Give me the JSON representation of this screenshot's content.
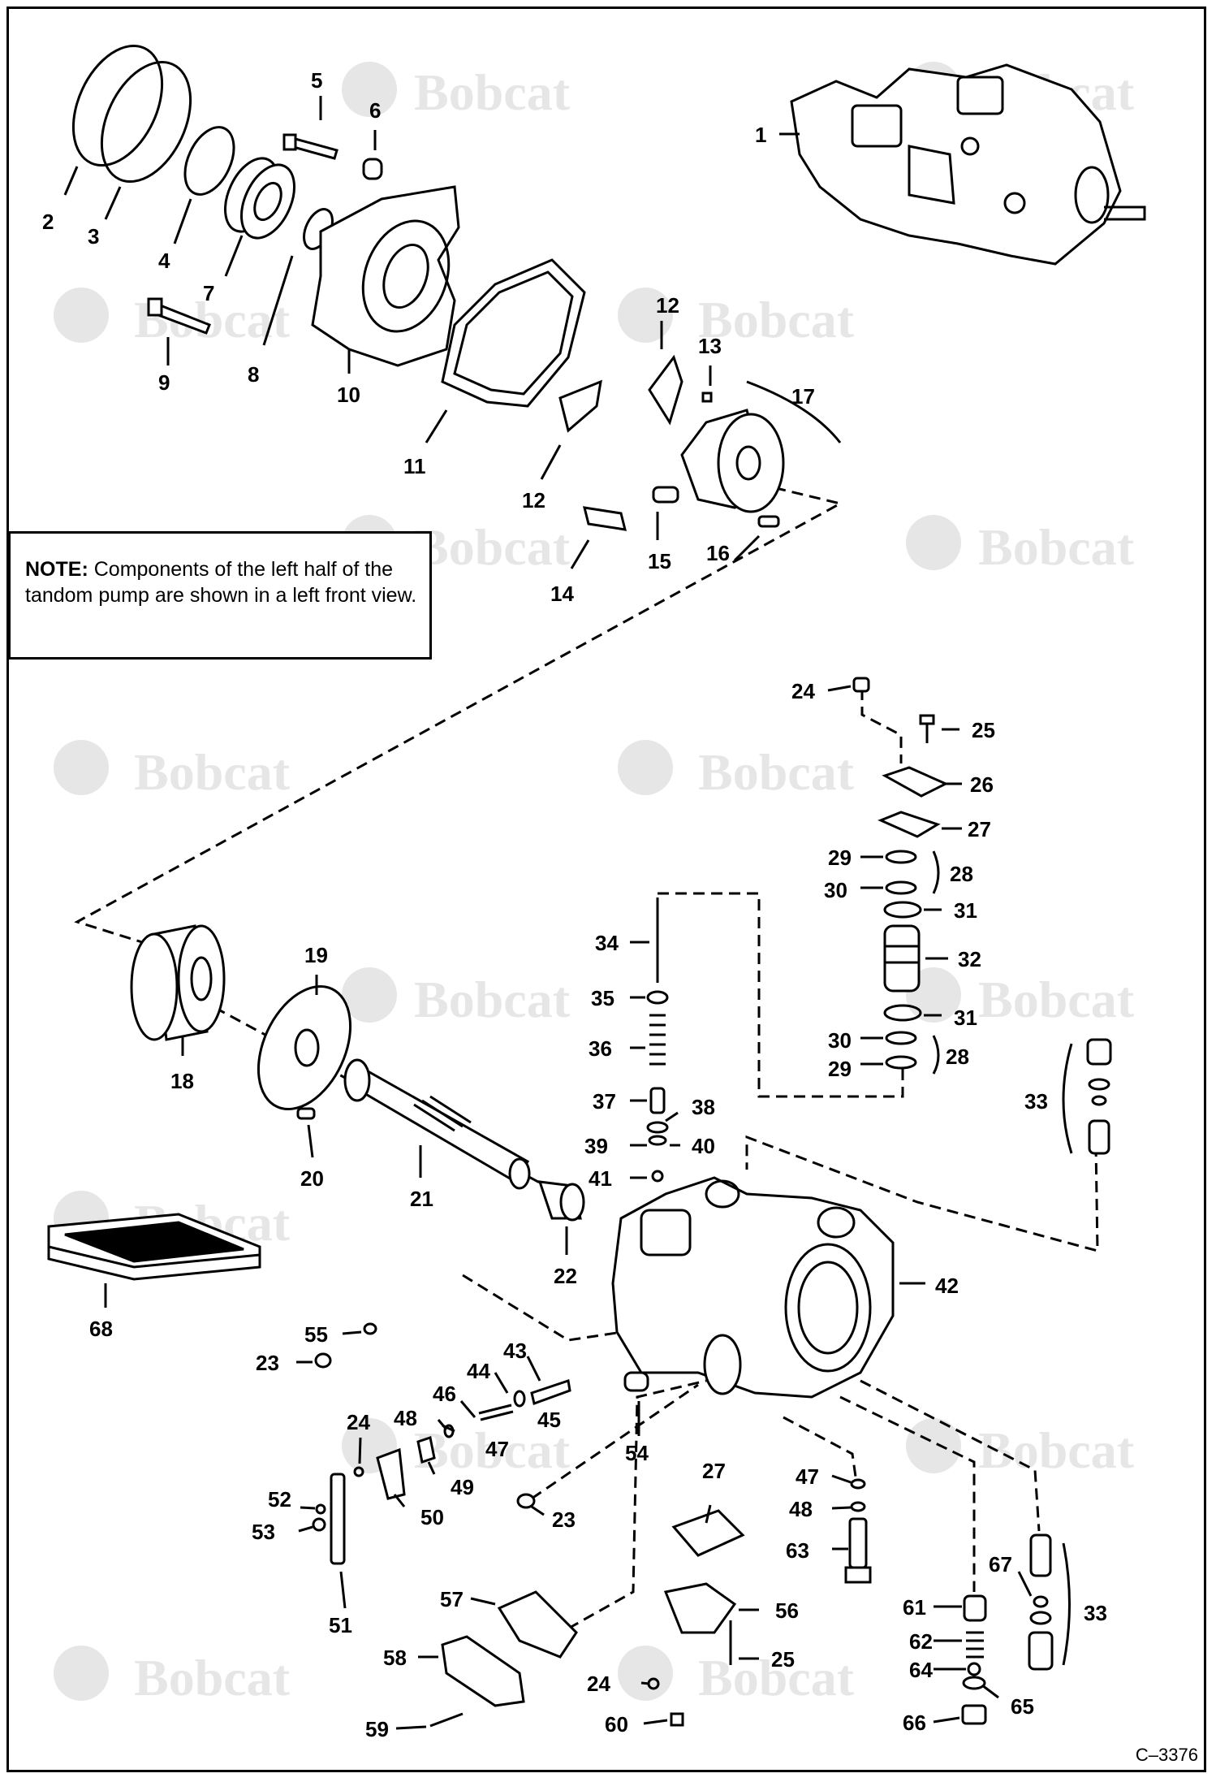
{
  "note": {
    "prefix": "NOTE:",
    "text": "Components of the left half of the tandom pump are shown in a left front view."
  },
  "watermark": "Bobcat",
  "diagram_code": "C–3376",
  "parts": [
    {
      "id": "1",
      "label": "1"
    },
    {
      "id": "2",
      "label": "2"
    },
    {
      "id": "3",
      "label": "3"
    },
    {
      "id": "4",
      "label": "4"
    },
    {
      "id": "5",
      "label": "5"
    },
    {
      "id": "6",
      "label": "6"
    },
    {
      "id": "7",
      "label": "7"
    },
    {
      "id": "8",
      "label": "8"
    },
    {
      "id": "9",
      "label": "9"
    },
    {
      "id": "10",
      "label": "10"
    },
    {
      "id": "11",
      "label": "11"
    },
    {
      "id": "12a",
      "label": "12"
    },
    {
      "id": "12b",
      "label": "12"
    },
    {
      "id": "13",
      "label": "13"
    },
    {
      "id": "14",
      "label": "14"
    },
    {
      "id": "15",
      "label": "15"
    },
    {
      "id": "16",
      "label": "16"
    },
    {
      "id": "17",
      "label": "17"
    },
    {
      "id": "18",
      "label": "18"
    },
    {
      "id": "19",
      "label": "19"
    },
    {
      "id": "20",
      "label": "20"
    },
    {
      "id": "21",
      "label": "21"
    },
    {
      "id": "22",
      "label": "22"
    },
    {
      "id": "23a",
      "label": "23"
    },
    {
      "id": "23b",
      "label": "23"
    },
    {
      "id": "24a",
      "label": "24"
    },
    {
      "id": "24b",
      "label": "24"
    },
    {
      "id": "24c",
      "label": "24"
    },
    {
      "id": "25a",
      "label": "25"
    },
    {
      "id": "25b",
      "label": "25"
    },
    {
      "id": "26",
      "label": "26"
    },
    {
      "id": "27a",
      "label": "27"
    },
    {
      "id": "27b",
      "label": "27"
    },
    {
      "id": "28a",
      "label": "28"
    },
    {
      "id": "28b",
      "label": "28"
    },
    {
      "id": "29a",
      "label": "29"
    },
    {
      "id": "29b",
      "label": "29"
    },
    {
      "id": "30a",
      "label": "30"
    },
    {
      "id": "30b",
      "label": "30"
    },
    {
      "id": "31a",
      "label": "31"
    },
    {
      "id": "31b",
      "label": "31"
    },
    {
      "id": "32",
      "label": "32"
    },
    {
      "id": "33a",
      "label": "33"
    },
    {
      "id": "33b",
      "label": "33"
    },
    {
      "id": "34",
      "label": "34"
    },
    {
      "id": "35",
      "label": "35"
    },
    {
      "id": "36",
      "label": "36"
    },
    {
      "id": "37",
      "label": "37"
    },
    {
      "id": "38",
      "label": "38"
    },
    {
      "id": "39",
      "label": "39"
    },
    {
      "id": "40",
      "label": "40"
    },
    {
      "id": "41",
      "label": "41"
    },
    {
      "id": "42",
      "label": "42"
    },
    {
      "id": "43",
      "label": "43"
    },
    {
      "id": "44",
      "label": "44"
    },
    {
      "id": "45",
      "label": "45"
    },
    {
      "id": "46",
      "label": "46"
    },
    {
      "id": "47a",
      "label": "47"
    },
    {
      "id": "47b",
      "label": "47"
    },
    {
      "id": "48a",
      "label": "48"
    },
    {
      "id": "48b",
      "label": "48"
    },
    {
      "id": "49",
      "label": "49"
    },
    {
      "id": "50",
      "label": "50"
    },
    {
      "id": "51",
      "label": "51"
    },
    {
      "id": "52",
      "label": "52"
    },
    {
      "id": "53",
      "label": "53"
    },
    {
      "id": "54",
      "label": "54"
    },
    {
      "id": "55",
      "label": "55"
    },
    {
      "id": "56",
      "label": "56"
    },
    {
      "id": "57",
      "label": "57"
    },
    {
      "id": "58",
      "label": "58"
    },
    {
      "id": "59",
      "label": "59"
    },
    {
      "id": "60",
      "label": "60"
    },
    {
      "id": "61",
      "label": "61"
    },
    {
      "id": "62",
      "label": "62"
    },
    {
      "id": "63",
      "label": "63"
    },
    {
      "id": "64",
      "label": "64"
    },
    {
      "id": "65",
      "label": "65"
    },
    {
      "id": "66",
      "label": "66"
    },
    {
      "id": "67",
      "label": "67"
    },
    {
      "id": "68",
      "label": "68"
    }
  ]
}
